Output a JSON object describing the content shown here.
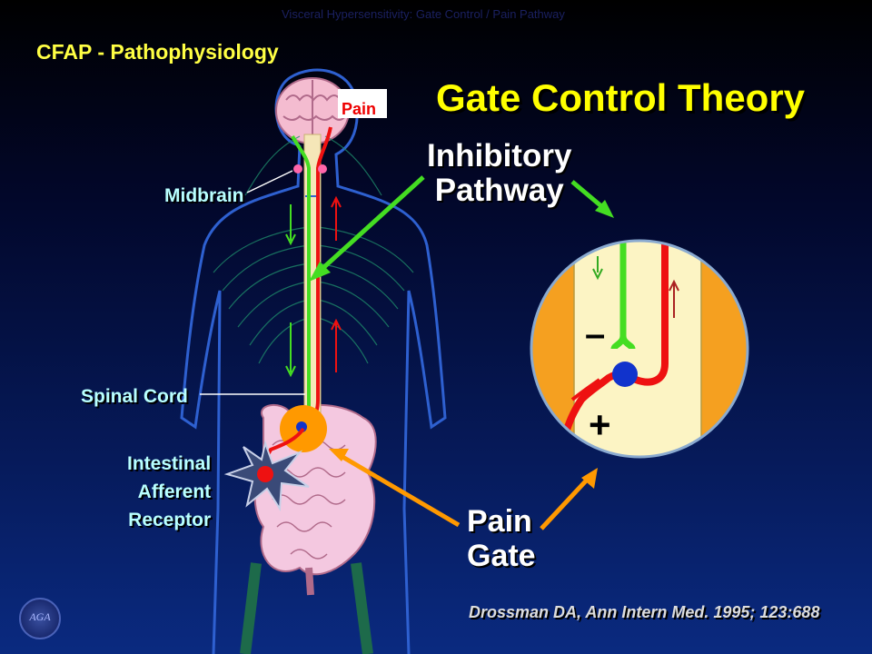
{
  "header_faint": "Visceral Hypersensitivity: Gate Control / Pain Pathway",
  "section_title": "CFAP - Pathophysiology",
  "main_title": "Gate Control Theory",
  "labels": {
    "pain": "Pain",
    "inhibitory_line1": "Inhibitory",
    "inhibitory_line2": "Pathway",
    "midbrain": "Midbrain",
    "spinal_cord": "Spinal Cord",
    "intestinal_line1": "Intestinal",
    "intestinal_line2": "Afferent",
    "intestinal_line3": "Receptor",
    "pain_gate_line1": "Pain",
    "pain_gate_line2": "Gate",
    "minus_sign": "–",
    "plus_sign": "+"
  },
  "citation": "Drossman DA, Ann Intern Med. 1995; 123:688",
  "logo_text": "AGA",
  "colors": {
    "inhibitory": "#44dd22",
    "pain_path": "#ee1111",
    "gate": "#ff9900",
    "spinal_cord": "#f5e6b8",
    "receptor": "#1133cc",
    "title": "#ffff00",
    "label": "#b8ffff"
  }
}
